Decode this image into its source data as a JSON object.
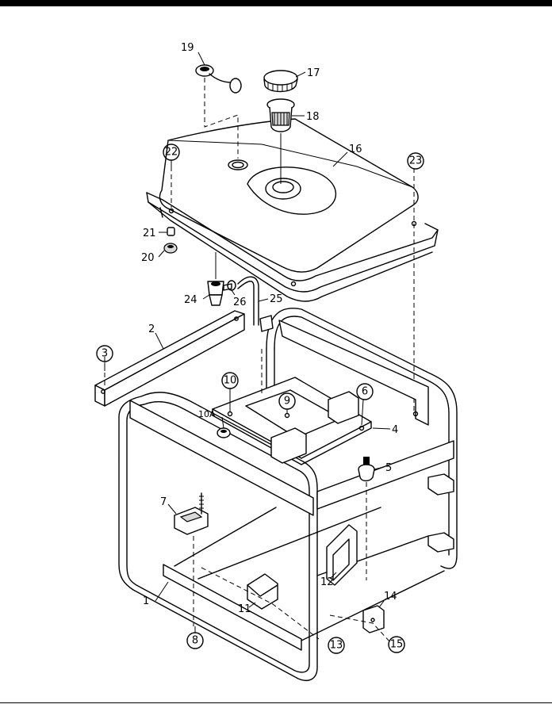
{
  "parts": {
    "p1": "1",
    "p2": "2",
    "p3": "3",
    "p4": "4",
    "p5": "5",
    "p6": "6",
    "p7": "7",
    "p8": "8",
    "p9": "9",
    "p10": "10",
    "p10a": "10A",
    "p11": "11",
    "p12": "12",
    "p13": "13",
    "p14": "14",
    "p15": "15",
    "p16": "16",
    "p17": "17",
    "p18": "18",
    "p19": "19",
    "p20": "20",
    "p21": "21",
    "p22": "22",
    "p23": "23",
    "p24": "24",
    "p25": "25",
    "p26": "26"
  },
  "colors": {
    "ink": "#000000",
    "paper": "#ffffff"
  }
}
